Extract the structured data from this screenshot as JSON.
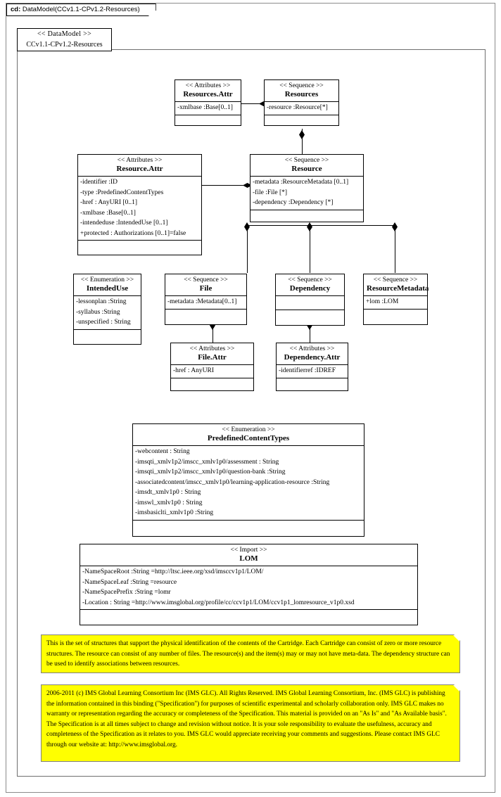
{
  "frame": {
    "label_prefix": "cd:",
    "label": "DataModel(CCv1.1-CPv1.2-Resources)"
  },
  "package": {
    "stereotype": "<< DataModel >>",
    "name": "CCv1.1-CPv1.2-Resources"
  },
  "classes": {
    "resources_attr": {
      "stereotype": "<< Attributes  >>",
      "name": "Resources.Attr",
      "attributes": [
        "-xmlbase  :Base[0..1]"
      ],
      "operations": []
    },
    "resources": {
      "stereotype": "<< Sequence  >>",
      "name": "Resources",
      "attributes": [
        "-resource :Resource[*]"
      ],
      "operations": []
    },
    "resource_attr": {
      "stereotype": "<< Attributes  >>",
      "name": "Resource.Attr",
      "attributes": [
        "-identifier  :ID",
        "-type :PredefinedContentTypes",
        "-href : AnyURI [0..1]",
        "-xmlbase  :Base[0..1]",
        "-intendeduse  :IntendedUse [0..1]",
        "+protected : Authorizations  [0..1]=false"
      ],
      "operations": []
    },
    "resource": {
      "stereotype": "<< Sequence  >>",
      "name": "Resource",
      "attributes": [
        "-metadata :ResourceMetadata [0..1]",
        "-file :File [*]",
        "-dependency :Dependency [*]"
      ],
      "operations": []
    },
    "intendeduse": {
      "stereotype": "<< Enumeration  >>",
      "name": "IntendedUse",
      "attributes": [
        "-lessonplan  :String",
        "-syllabus  :String",
        "-unspecified  : String"
      ],
      "operations": []
    },
    "file": {
      "stereotype": "<< Sequence  >>",
      "name": "File",
      "attributes": [
        "-metadata :Metadata[0..1]"
      ],
      "operations": []
    },
    "dependency": {
      "stereotype": "<< Sequence  >>",
      "name": "Dependency",
      "attributes": [],
      "operations": []
    },
    "resourcemetadata": {
      "stereotype": "<< Sequence  >>",
      "name": "ResourceMetadata",
      "attributes": [
        "+lom :LOM"
      ],
      "operations": []
    },
    "file_attr": {
      "stereotype": "<< Attributes  >>",
      "name": "File.Attr",
      "attributes": [
        "-href : AnyURI"
      ],
      "operations": []
    },
    "dependency_attr": {
      "stereotype": "<< Attributes  >>",
      "name": "Dependency.Attr",
      "attributes": [
        "-identifierref   :IDREF"
      ],
      "operations": []
    },
    "predefinedcontenttypes": {
      "stereotype": "<< Enumeration   >>",
      "name": "PredefinedContentTypes",
      "attributes": [
        "-webcontent : String",
        "-imsqti_xmlv1p2/imscc_xmlv1p0/assessment        : String",
        "-imsqti_xmlv1p2/imscc_xmlv1p0/question-bank        :String",
        "-associatedcontent/imscc_xmlv1p0/learning-application-resource        :String",
        "-imsdt_xmlv1p0  : String",
        "-imswl_xmlv1p0  : String",
        "-imsbasiclti_xmlv1p0   :String"
      ],
      "operations": []
    },
    "lom": {
      "stereotype": "<< Import  >>",
      "name": "LOM",
      "attributes": [
        "-NameSpaceRoot :String =http://ltsc.ieee.org/xsd/imsccv1p1/LOM/",
        "-NameSpaceLeaf :String =resource",
        "-NameSpacePrefix  :String =lomr",
        "-Location : String =http://www.imsglobal.org/profile/cc/ccv1p1/LOM/ccv1p1_lomresource_v1p0.xsd"
      ],
      "operations": []
    }
  },
  "notes": {
    "description": "This is the set of structures that support the physical identification of the contents of the Cartridge.  Each Cartridge can consist of zero or more resource structures.  The resource can consist of any number of files.  The resource(s) and the item(s) may or may not have meta-data.  The dependency structure can be used to identify associations between resources.",
    "copyright": "2006-2011 (c) IMS Global Learning Consortium Inc (IMS GLC).  All Rights Reserved.  IMS Global Learning Consortium, Inc. (IMS GLC) is publishing the information contained in this binding (\"Specification\") for purposes of scientific experimental and scholarly collaboration only.  IMS GLC makes no warranty or representation regarding the accuracy or completeness of the Specification.  This material is provided on an \"As Is\" and \"As Available basis\".  The Specification is at all times subject to change and revision without notice. It is your sole responsibility to evaluate the usefulness, accuracy and completeness of the Specification as it relates to you.  IMS GLC would appreciate receiving your comments and suggestions.  Please contact IMS GLC through our website at: http://www.imsglobal.org."
  },
  "colors": {
    "note_fill": "#ffff00",
    "note_border": "#808080",
    "frame_border": "#8b8b8b",
    "class_border": "#000000",
    "background": "#ffffff"
  }
}
